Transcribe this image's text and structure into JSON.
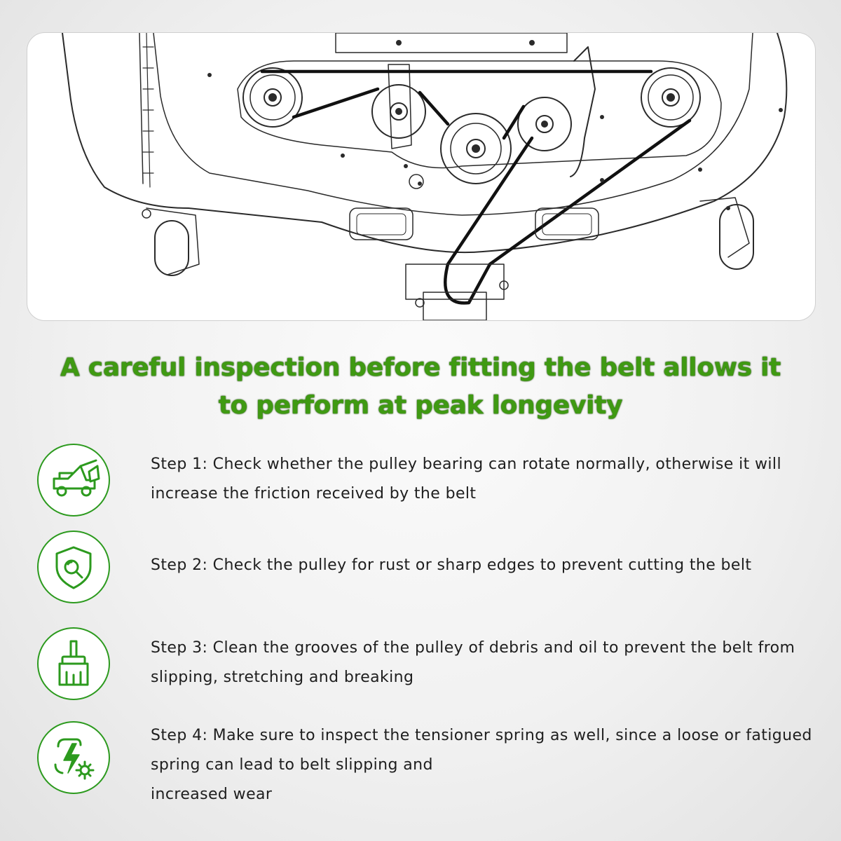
{
  "headline": {
    "line1": "A careful inspection before fitting the belt allows it",
    "line2": "to perform at peak longevity"
  },
  "accent_color": "#3f9a12",
  "icon_color": "#2c9a1e",
  "steps": [
    {
      "icon": "lawn-mower-icon",
      "text": "Step 1: Check whether the pulley bearing can rotate normally, otherwise it will increase the friction received by the belt"
    },
    {
      "icon": "shield-search-icon",
      "text": "Step 2: Check the pulley for rust or sharp edges to prevent cutting the belt"
    },
    {
      "icon": "cleaning-brush-icon",
      "text": "Step 3: Clean the grooves of the pulley of debris and oil to prevent the belt from slipping, stretching and breaking"
    },
    {
      "icon": "lightning-gear-icon",
      "text": "Step 4: Make sure to inspect the tensioner spring as well, since a loose or fatigued spring can lead to belt slipping and"
    },
    {
      "icon": "",
      "text": "increased wear"
    }
  ]
}
